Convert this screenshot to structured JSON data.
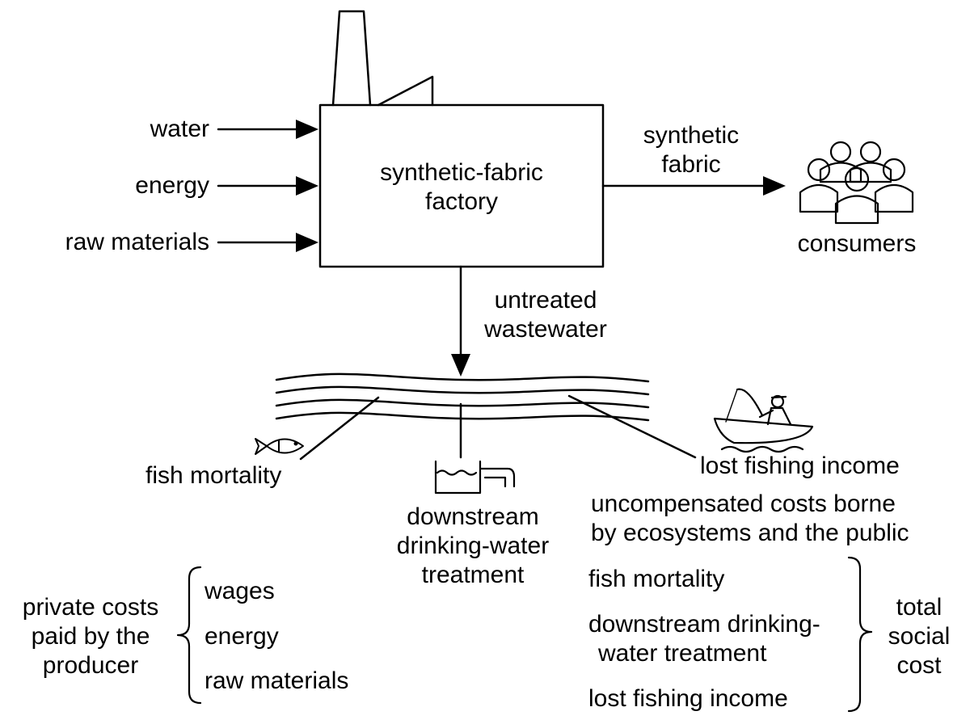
{
  "inputs": [
    "water",
    "energy",
    "raw materials"
  ],
  "factory": {
    "line1": "synthetic-fabric",
    "line2": "factory",
    "icon": "factory-building-icon"
  },
  "output": {
    "line1": "synthetic",
    "line2": "fabric"
  },
  "consumers": {
    "label": "consumers",
    "icon": "people-group-icon"
  },
  "wastewater": {
    "line1": "untreated",
    "line2": "wastewater"
  },
  "river": {
    "icon": "river-lines-icon"
  },
  "impacts": {
    "fish": {
      "label": "fish mortality",
      "icon": "fish-icon"
    },
    "water_treatment": {
      "line1": "downstream",
      "line2": "drinking-water",
      "line3": "treatment",
      "icon": "water-treatment-tank-icon"
    },
    "fishing": {
      "label": "lost fishing income",
      "icon": "fisherman-boat-icon"
    }
  },
  "external_note": {
    "line1": "uncompensated costs borne",
    "line2": "by ecosystems and the public"
  },
  "private_costs": {
    "label_lines": [
      "private costs",
      "paid by the",
      "producer"
    ],
    "items": [
      "wages",
      "energy",
      "raw materials"
    ]
  },
  "social_costs": {
    "items": [
      "fish mortality",
      "downstream drinking-",
      "water treatment",
      "lost fishing income"
    ],
    "label_lines": [
      "total",
      "social",
      "cost"
    ]
  }
}
